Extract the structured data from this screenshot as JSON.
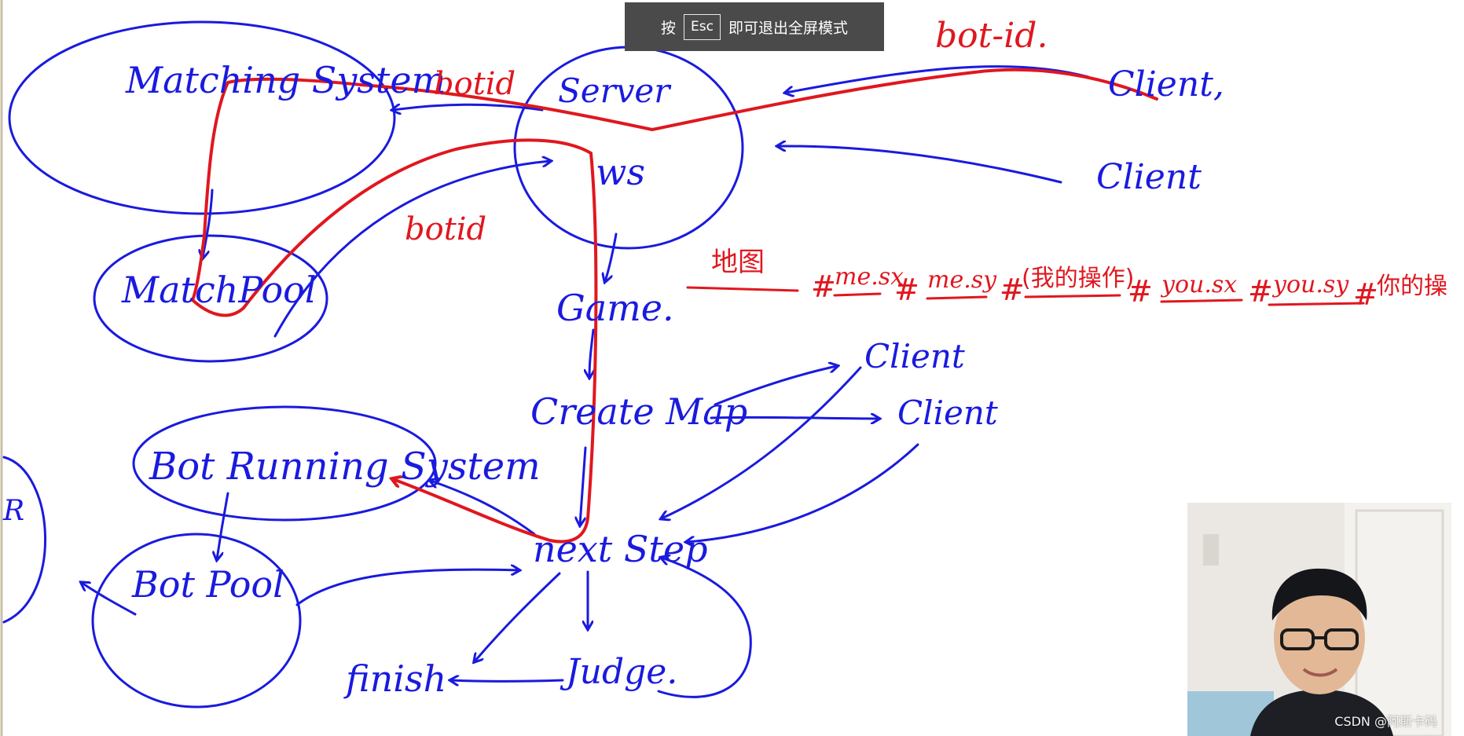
{
  "toast": {
    "prefix": "按",
    "key": "Esc",
    "suffix": "即可退出全屏模式"
  },
  "diagram": {
    "nodes": {
      "matching_system": "Matching System",
      "match_pool": "MatchPool",
      "server": "Server",
      "ws": "ws",
      "game": "Game.",
      "create_map": "Create Map",
      "next_step": "next Step",
      "judge": "Judge.",
      "finish": "finish",
      "bot_running_system": "Bot Running System",
      "bot_pool": "Bot Pool",
      "client_1": "Client,",
      "client_2": "Client",
      "client_a": "Client",
      "client_b": "Client",
      "left_edge_fragment": "R"
    },
    "labels": {
      "bot_id_top": "bot-id.",
      "bot_id_1": "botid",
      "bot_id_2": "botid",
      "map_note": "地图",
      "fields": [
        "me.sx",
        "me.sy",
        "(我的操作)",
        "you.sx",
        "you.sy",
        "你的操"
      ],
      "separator": "#"
    }
  },
  "webcam": {
    "watermark": "CSDN @阿斯卡码"
  },
  "colors": {
    "blue_ink": "#1a1adf",
    "red_ink": "#e0171f",
    "toast_bg": "#4a4a4a"
  }
}
